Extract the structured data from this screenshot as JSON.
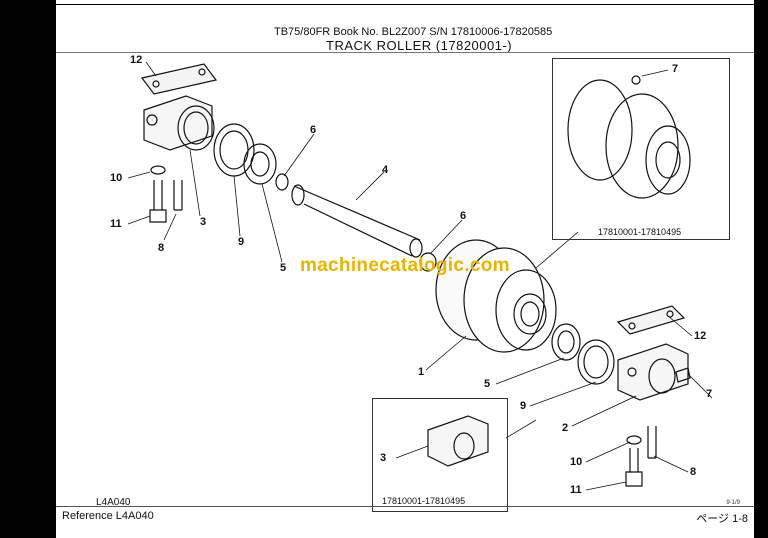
{
  "header": {
    "book_line": "TB75/80FR  Book No.  BL2Z007  S/N 17810006-17820585",
    "title": "TRACK ROLLER (17820001-)"
  },
  "insets": [
    {
      "caption": "17810001-17810495"
    },
    {
      "caption": "17810001-17810495"
    }
  ],
  "callouts": {
    "c12_top": "12",
    "c10": "10",
    "c11_left": "11",
    "c8_left": "8",
    "c3_left": "3",
    "c9_left": "9",
    "c5_left": "5",
    "c6_top": "6",
    "c4": "4",
    "c6_mid": "6",
    "c7_top": "7",
    "c1": "1",
    "c12_right": "12",
    "c5_right": "5",
    "c9_right": "9",
    "c2": "2",
    "c7_right": "7",
    "c10_right": "10",
    "c8_right": "8",
    "c11_right": "11",
    "c3_inset": "3"
  },
  "watermark": "machinecatalogic.com",
  "footer": {
    "code_top": "L4A040",
    "reference": "Reference   L4A040",
    "page": "ページ  1-8",
    "mini": "9-1/9"
  }
}
